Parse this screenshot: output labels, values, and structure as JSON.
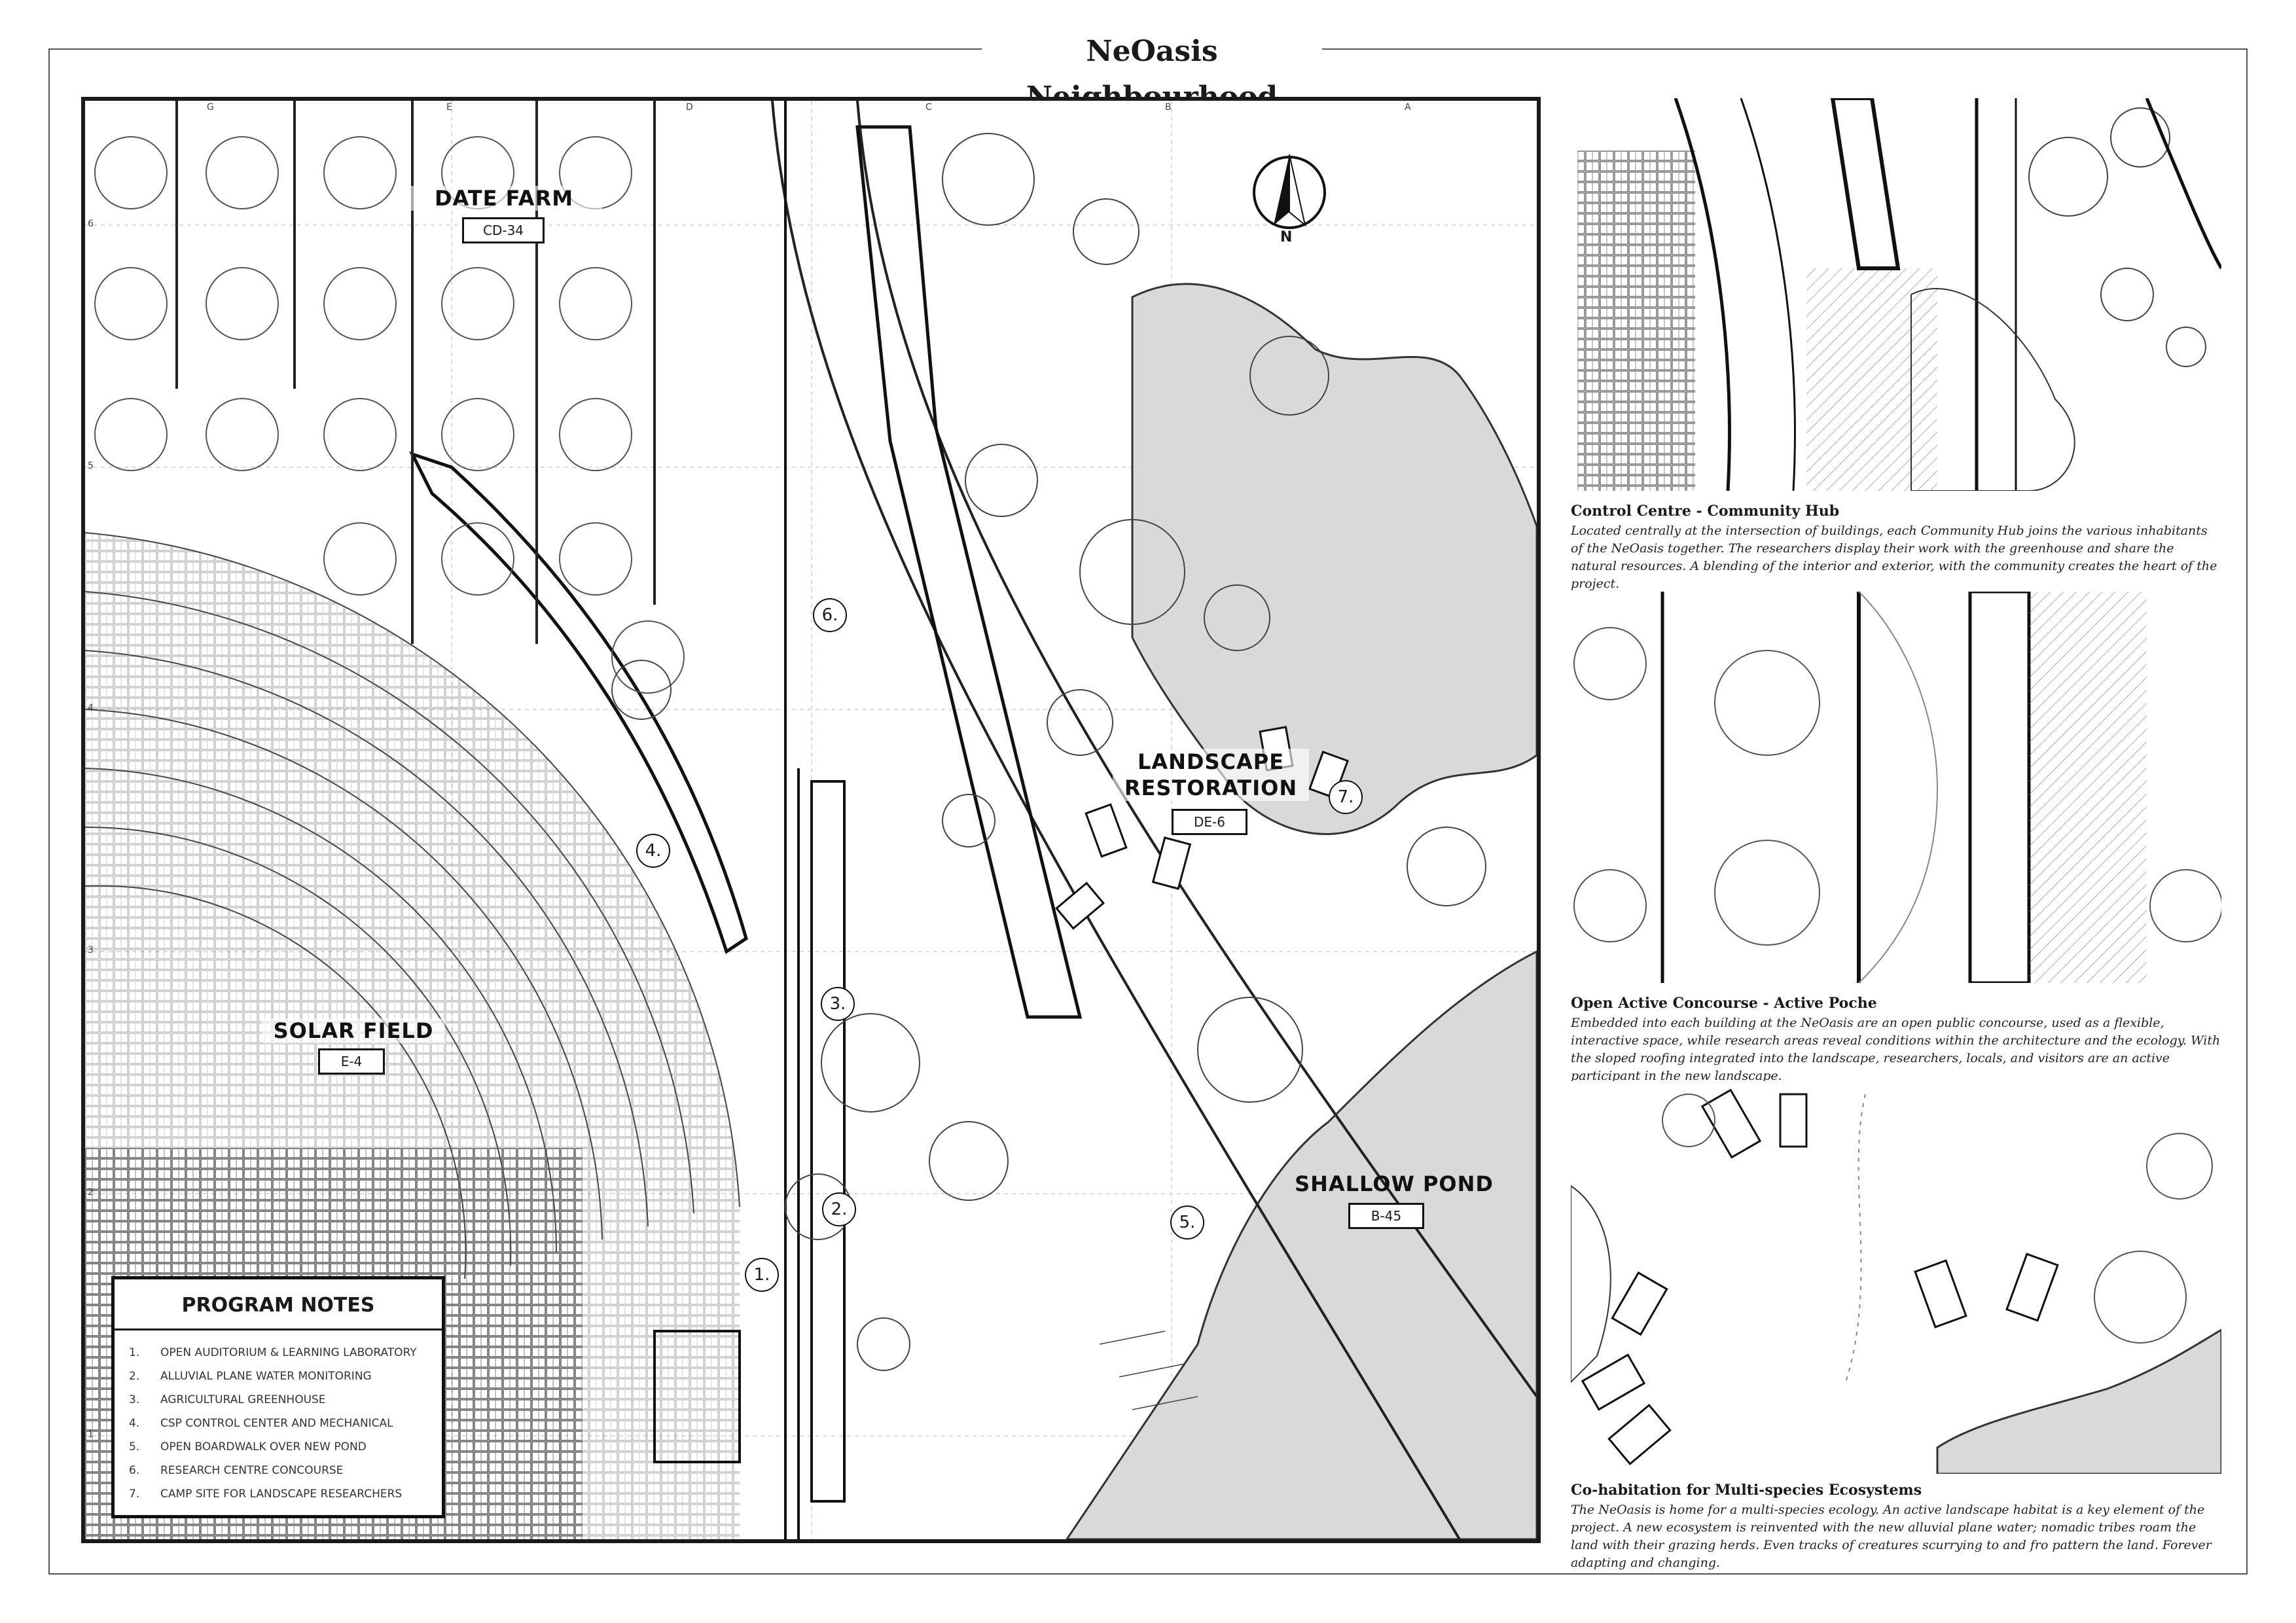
{
  "title": "NeOasis Neighbourhood",
  "grid": {
    "columns": [
      "G",
      "E",
      "D",
      "C",
      "B",
      "A"
    ],
    "rows": [
      "6",
      "5",
      "4",
      "3",
      "2",
      "1"
    ]
  },
  "zones": [
    {
      "name": "DATE FARM",
      "code": "CD-34"
    },
    {
      "name": "SOLAR FIELD",
      "code": "E-4"
    },
    {
      "name": "LANDSCAPE RESTORATION",
      "code": "DE-6"
    },
    {
      "name": "SHALLOW POND",
      "code": "B-45"
    }
  ],
  "north_label": "N",
  "markers": [
    "1.",
    "2.",
    "3.",
    "4.",
    "5.",
    "6.",
    "7."
  ],
  "program_notes": {
    "title": "PROGRAM NOTES",
    "items": [
      {
        "num": "1.",
        "text": "OPEN AUDITORIUM & LEARNING LABORATORY"
      },
      {
        "num": "2.",
        "text": "ALLUVIAL PLANE WATER MONITORING"
      },
      {
        "num": "3.",
        "text": "AGRICULTURAL GREENHOUSE"
      },
      {
        "num": "4.",
        "text": "CSP CONTROL CENTER AND MECHANICAL"
      },
      {
        "num": "5.",
        "text": "OPEN BOARDWALK OVER NEW POND"
      },
      {
        "num": "6.",
        "text": "RESEARCH CENTRE CONCOURSE"
      },
      {
        "num": "7.",
        "text": "CAMP SITE FOR LANDSCAPE RESEARCHERS"
      }
    ]
  },
  "details": [
    {
      "title": "Control Centre - Community Hub",
      "body": "Located centrally at the intersection of buildings, each Community Hub joins the various inhabitants of the NeOasis together. The researchers display their work with the greenhouse and share the natural resources. A blending of the interior and exterior, with the community creates the heart of the project."
    },
    {
      "title": "Open Active Concourse - Active Poche",
      "body": "Embedded into each building at the NeOasis are an open public concourse, used as a flexible, interactive space, while research areas reveal conditions within the architecture and the ecology. With the sloped roofing integrated into the landscape, researchers, locals, and visitors are an active participant in the new landscape."
    },
    {
      "title": "Co-habitation for Multi-species Ecosystems",
      "body": "The NeOasis is home for a multi-species ecology. An active landscape habitat is a key element of the project. A new ecosystem is reinvented with the new alluvial plane water; nomadic tribes roam the land with their grazing herds. Even tracks of creatures scurrying to and fro pattern the land. Forever adapting and changing."
    }
  ],
  "colors": {
    "ink": "#1a1a1a",
    "pond": "#d9d9d9",
    "paper": "#ffffff"
  }
}
